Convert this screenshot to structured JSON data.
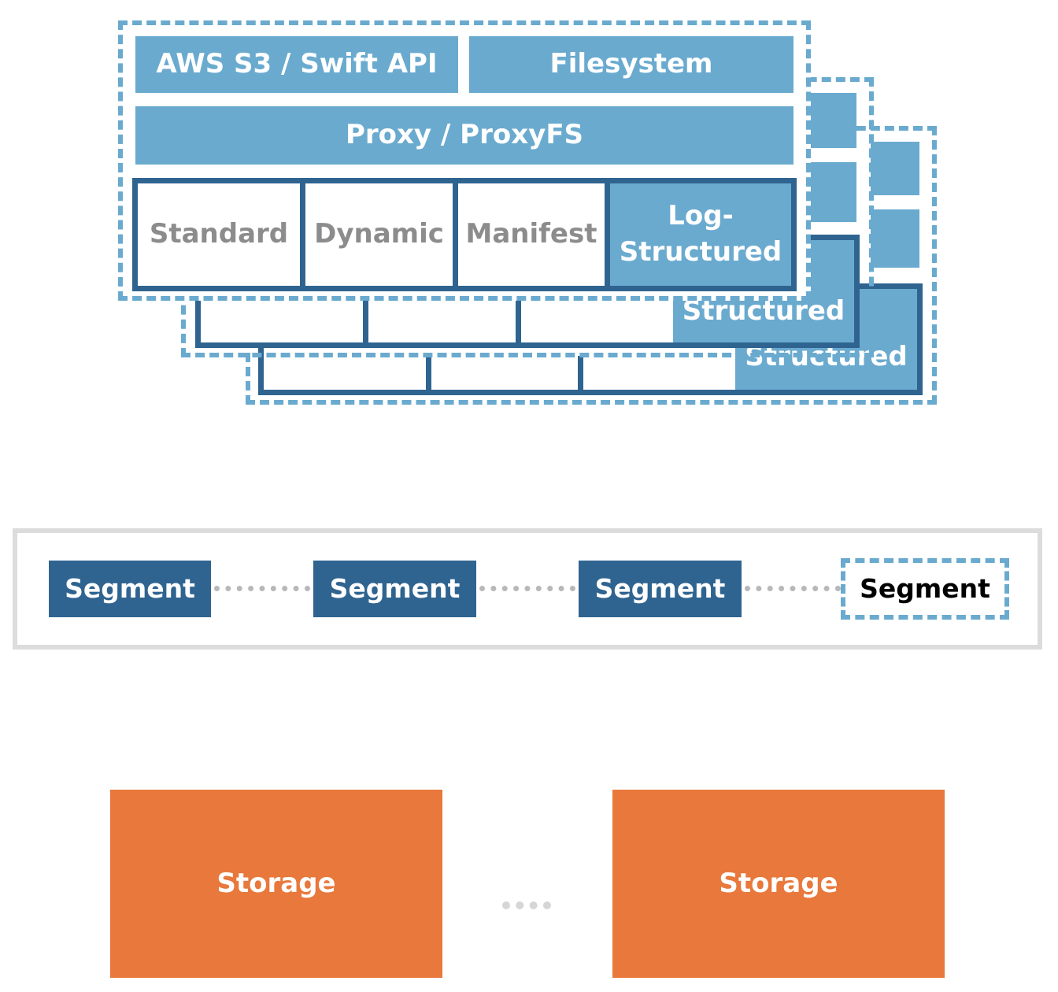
{
  "layers": {
    "api": "AWS S3 / Swift API",
    "filesystem": "Filesystem",
    "proxy": "Proxy / ProxyFS",
    "policies": {
      "standard": "Standard",
      "dynamic": "Dynamic",
      "manifest": "Manifest",
      "log_structured": "Log-\nStructured",
      "structured_back": "Structured"
    }
  },
  "segments": [
    "Segment",
    "Segment",
    "Segment",
    "Segment"
  ],
  "storage": [
    "Storage",
    "Storage"
  ],
  "colors": {
    "light_blue": "#6aaacf",
    "dark_blue": "#2f6490",
    "orange": "#e8783b",
    "gray_text": "#8c8c8c",
    "panel_border": "#dcdcdc"
  }
}
